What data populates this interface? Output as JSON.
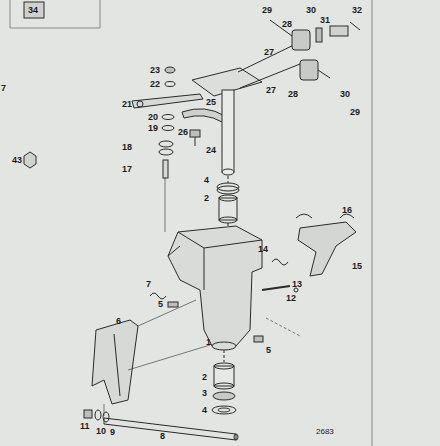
{
  "diagram": {
    "labels": [
      "34",
      "7",
      "23",
      "22",
      "21",
      "25",
      "20",
      "19",
      "18",
      "26",
      "17",
      "24",
      "4",
      "2",
      "29",
      "30",
      "28",
      "31",
      "32",
      "27",
      "27",
      "28",
      "30",
      "29",
      "43",
      "16",
      "15",
      "14",
      "13",
      "12",
      "7",
      "5",
      "6",
      "1",
      "5",
      "2",
      "3",
      "4",
      "11",
      "10",
      "9",
      "8",
      "2683"
    ]
  }
}
